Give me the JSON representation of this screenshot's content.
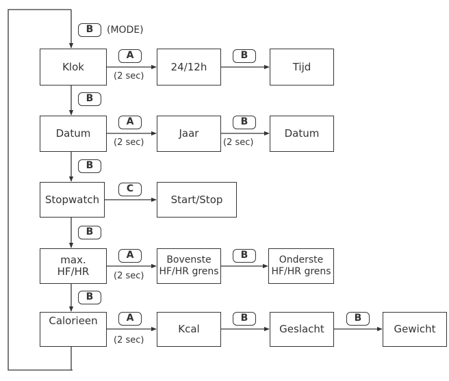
{
  "mode_label": "(MODE)",
  "boxes": {
    "klok": "Klok",
    "klok_format": "24/12h",
    "tijd": "Tijd",
    "datum": "Datum",
    "jaar": "Jaar",
    "datum_result": "Datum",
    "stopwatch": "Stopwatch",
    "start_stop": "Start/Stop",
    "max_hf": "max.\nHF/HR",
    "bovenste": "Bovenste\nHF/HR grens",
    "onderste": "Onderste\nHF/HR grens",
    "calorieen": "Calorieen",
    "kcal": "Kcal",
    "geslacht": "Geslacht",
    "gewicht": "Gewicht"
  },
  "buttons": {
    "a": "A",
    "b": "B",
    "c": "C"
  },
  "hold_note": "(2 sec)",
  "colors": {
    "line": "#333333",
    "background": "#ffffff"
  }
}
